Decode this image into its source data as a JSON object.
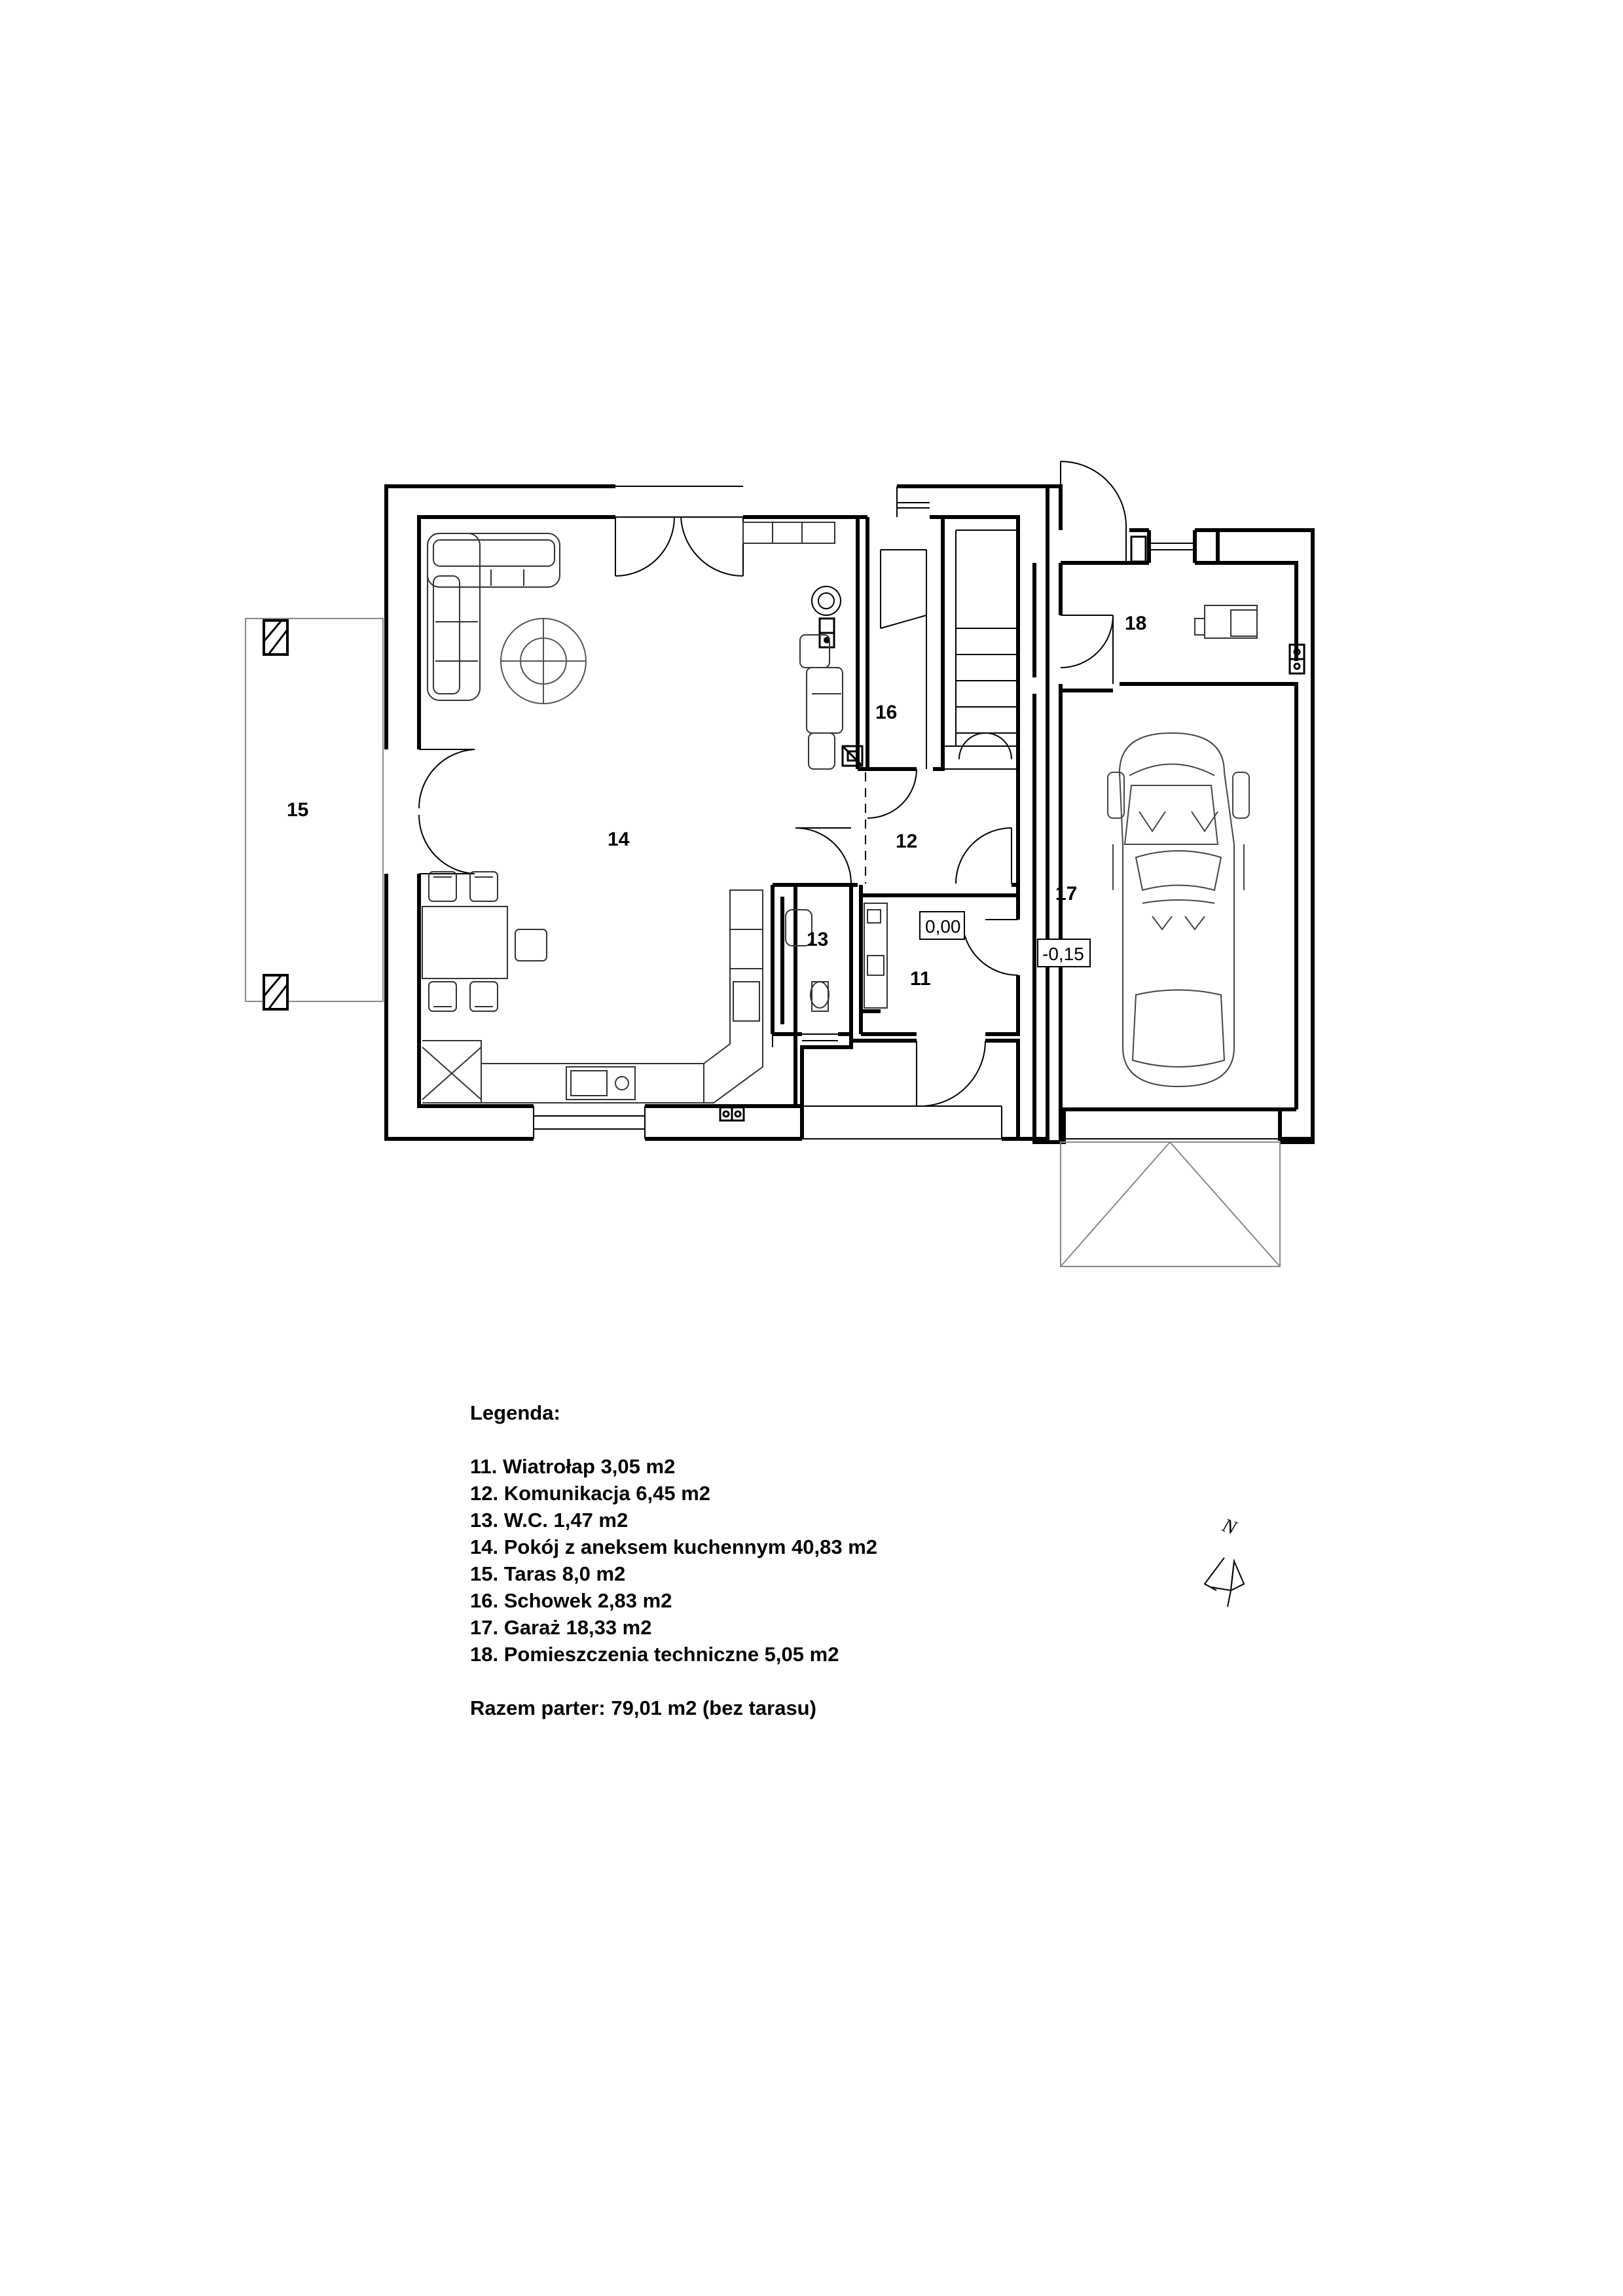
{
  "rooms": {
    "r11": "11",
    "r12": "12",
    "r13": "13",
    "r14": "14",
    "r15": "15",
    "r16": "16",
    "r17": "17",
    "r18": "18"
  },
  "levels": {
    "entry": "0,00",
    "garage": "-0,15"
  },
  "compass": {
    "label": "N"
  },
  "legend": {
    "title": "Legenda:",
    "items": [
      "11. Wiatrołap 3,05 m2",
      "12. Komunikacja 6,45 m2",
      "13. W.C. 1,47 m2",
      "14. Pokój z aneksem kuchennym 40,83 m2",
      "15. Taras 8,0 m2",
      "16. Schowek 2,83 m2",
      "17. Garaż 18,33 m2",
      "18. Pomieszczenia techniczne 5,05 m2"
    ],
    "total": "Razem parter: 79,01 m2 (bez tarasu)"
  }
}
